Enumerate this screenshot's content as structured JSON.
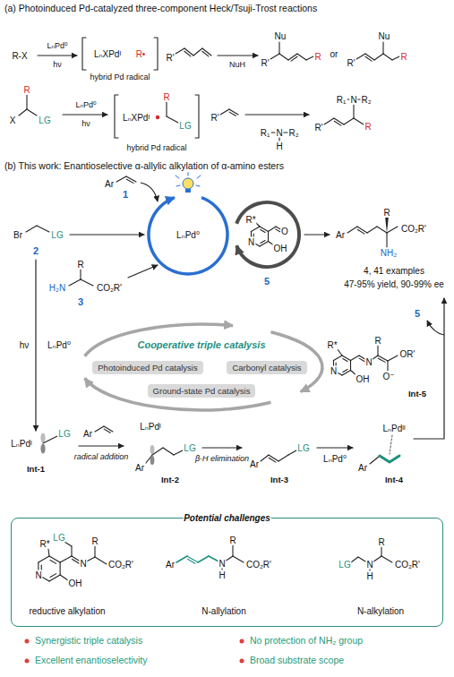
{
  "diagram": {
    "nodes": [
      {
        "text": [
          "LₙPd⁰"
        ]
      },
      {
        "text": [
          "R*",
          "O",
          "N",
          "OH"
        ]
      },
      {
        "text": [
          "Photoinduced Pd catalysis"
        ]
      },
      {
        "text": [
          "Carbonyl catalysis"
        ]
      },
      {
        "text": [
          "Ground-state Pd catalysis"
        ]
      },
      {
        "text": [
          "Potential challenges",
          "R*",
          "LG",
          "N",
          "R",
          "CO₂R'",
          "N",
          "OH",
          "reductive alkylation",
          "Ar",
          "N",
          "H",
          "R",
          "CO₂R'",
          "N-allylation",
          "LG",
          "N",
          "H",
          "R",
          "CO₂R'",
          "N-alkylation"
        ]
      }
    ],
    "labels": [
      "(a) Photoinduced Pd-catalyzed three-component Heck/Tsuji-Trost reactions",
      "R-X",
      "LₙPd⁰",
      "hν",
      "LₙXPdᴵ",
      "R•",
      "hybrid Pd radical",
      "R'",
      "NuH",
      "R'",
      "Nu",
      "R",
      "or",
      "R'",
      "Nu",
      "R",
      "R",
      "X",
      "LG",
      "LₙPd⁰",
      "hν",
      "LₙXPdᴵ",
      "R",
      "LG",
      "hybrid Pd radical",
      "R'",
      "R₁",
      "N",
      "R₂",
      "H",
      "R'",
      "R₁",
      "N",
      "R₂",
      "R",
      "(b) This work: Enantioselective α-allylic alkylation of α-amino esters",
      "Ar",
      "1",
      "Br",
      "LG",
      "2",
      "R",
      "H₂N",
      "CO₂R'",
      "3",
      "5",
      "Ar",
      "R",
      "CO₂R'",
      "NH₂",
      "4, 41 examples",
      "47-95% yield, 90-99% ee",
      "hν",
      "LₙPd⁰",
      "Cooperative triple catalysis",
      "LₙPdᴵ",
      "LG",
      "Int-1",
      "Ar",
      "radical addition",
      "LₙPdᴵ",
      "LG",
      "Ar",
      "Int-2",
      "β-H elimination",
      "Ar",
      "LG",
      "Int-3",
      "LₙPd⁰",
      "LₙPdᴵᴵ",
      "Ar",
      "Int-4",
      "R*",
      "N",
      "OH",
      "N",
      "R",
      "OR'",
      "O⁻",
      "Int-5",
      "5",
      "Synergistic triple catalysis",
      "No protection of NH₂ group",
      "Excellent enantioselectivity",
      "Broad substrate scope"
    ]
  }
}
